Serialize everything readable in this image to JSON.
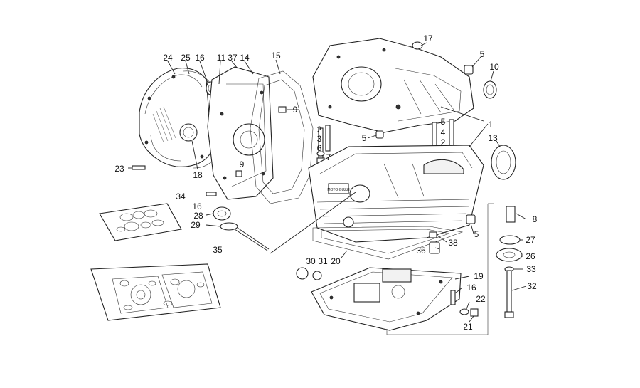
{
  "diagram": {
    "labels": [
      {
        "id": "l24",
        "text": "24"
      },
      {
        "id": "l25",
        "text": "25"
      },
      {
        "id": "l16a",
        "text": "16"
      },
      {
        "id": "l11",
        "text": "11"
      },
      {
        "id": "l37",
        "text": "37"
      },
      {
        "id": "l14",
        "text": "14"
      },
      {
        "id": "l15",
        "text": "15"
      },
      {
        "id": "l17",
        "text": "17"
      },
      {
        "id": "l5a",
        "text": "5"
      },
      {
        "id": "l10",
        "text": "10"
      },
      {
        "id": "l9a",
        "text": "9"
      },
      {
        "id": "l2a",
        "text": "2"
      },
      {
        "id": "l3",
        "text": "3"
      },
      {
        "id": "l6",
        "text": "6"
      },
      {
        "id": "l7",
        "text": "7"
      },
      {
        "id": "l5b",
        "text": "5"
      },
      {
        "id": "l5c",
        "text": "5"
      },
      {
        "id": "l4",
        "text": "4"
      },
      {
        "id": "l2b",
        "text": "2"
      },
      {
        "id": "l1",
        "text": "1"
      },
      {
        "id": "l13",
        "text": "13"
      },
      {
        "id": "l23",
        "text": "23"
      },
      {
        "id": "l18",
        "text": "18"
      },
      {
        "id": "l9b",
        "text": "9"
      },
      {
        "id": "l34",
        "text": "34"
      },
      {
        "id": "l16b",
        "text": "16"
      },
      {
        "id": "l28",
        "text": "28"
      },
      {
        "id": "l29",
        "text": "29"
      },
      {
        "id": "l8",
        "text": "8"
      },
      {
        "id": "l5d",
        "text": "5"
      },
      {
        "id": "l27",
        "text": "27"
      },
      {
        "id": "l38",
        "text": "38"
      },
      {
        "id": "l36",
        "text": "36"
      },
      {
        "id": "l35",
        "text": "35"
      },
      {
        "id": "l26",
        "text": "26"
      },
      {
        "id": "l30",
        "text": "30"
      },
      {
        "id": "l31",
        "text": "31"
      },
      {
        "id": "l20",
        "text": "20"
      },
      {
        "id": "l33",
        "text": "33"
      },
      {
        "id": "l19",
        "text": "19"
      },
      {
        "id": "l16c",
        "text": "16"
      },
      {
        "id": "l32",
        "text": "32"
      },
      {
        "id": "l22",
        "text": "22"
      },
      {
        "id": "l21",
        "text": "21"
      }
    ],
    "badge_text": "MOTO GUZZI"
  }
}
